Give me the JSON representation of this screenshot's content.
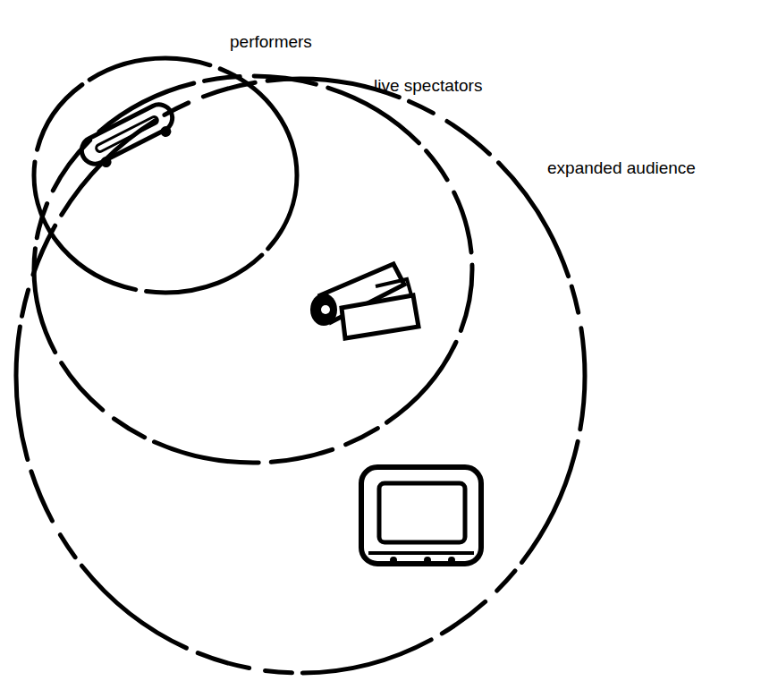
{
  "diagram": {
    "nodes": [
      {
        "text": [
          "performers"
        ]
      },
      {
        "text": [
          "live spectators"
        ]
      },
      {
        "text": [
          "expanded audience"
        ]
      }
    ]
  }
}
